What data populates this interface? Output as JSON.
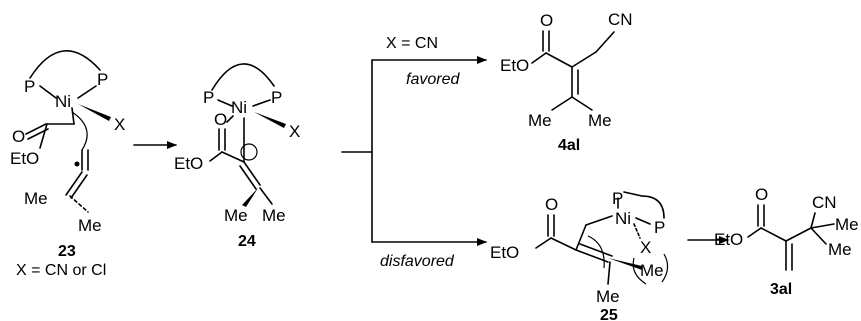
{
  "atoms": {
    "P": "P",
    "Ni": "Ni",
    "X": "X",
    "O": "O",
    "EtO": "EtO",
    "Me": "Me",
    "CN": "CN"
  },
  "compounds": {
    "c23": {
      "number": "23",
      "note": "X = CN or Cl"
    },
    "c24": {
      "number": "24"
    },
    "c25": {
      "number": "25"
    },
    "c4al": {
      "number": "4al"
    },
    "c3al": {
      "number": "3al"
    }
  },
  "conditions": {
    "upper_label": "X = CN",
    "upper_note": "favored",
    "lower_note": "disfavored"
  }
}
